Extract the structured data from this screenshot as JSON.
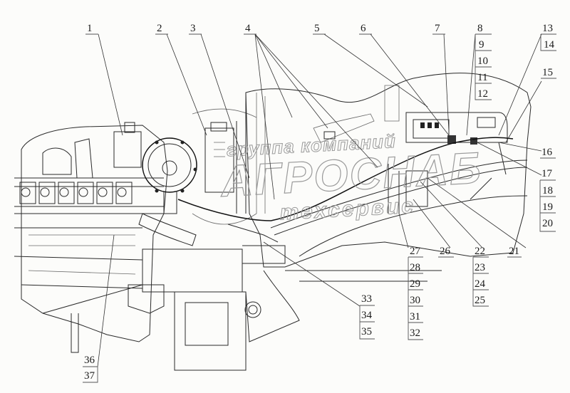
{
  "diagram": {
    "subject": "tractor electrical equipment wiring harness assembly",
    "watermark": {
      "line1": "группа компаний",
      "line2": "АГРОСНАБ",
      "line3": "техсервис"
    },
    "callouts": [
      {
        "id": "1"
      },
      {
        "id": "2"
      },
      {
        "id": "3"
      },
      {
        "id": "4"
      },
      {
        "id": "5"
      },
      {
        "id": "6"
      },
      {
        "id": "7"
      },
      {
        "id": "8"
      },
      {
        "id": "9"
      },
      {
        "id": "10"
      },
      {
        "id": "11"
      },
      {
        "id": "12"
      },
      {
        "id": "13"
      },
      {
        "id": "14"
      },
      {
        "id": "15"
      },
      {
        "id": "16"
      },
      {
        "id": "17"
      },
      {
        "id": "18"
      },
      {
        "id": "19"
      },
      {
        "id": "20"
      },
      {
        "id": "21"
      },
      {
        "id": "22"
      },
      {
        "id": "23"
      },
      {
        "id": "24"
      },
      {
        "id": "25"
      },
      {
        "id": "26"
      },
      {
        "id": "27"
      },
      {
        "id": "28"
      },
      {
        "id": "29"
      },
      {
        "id": "30"
      },
      {
        "id": "31"
      },
      {
        "id": "32"
      },
      {
        "id": "33"
      },
      {
        "id": "34"
      },
      {
        "id": "35"
      },
      {
        "id": "36"
      },
      {
        "id": "37"
      }
    ],
    "groups": [
      {
        "name": "group-8-12",
        "members": [
          "8",
          "9",
          "10",
          "11",
          "12"
        ]
      },
      {
        "name": "group-13-14",
        "members": [
          "13",
          "14"
        ]
      },
      {
        "name": "group-17-20",
        "members": [
          "17",
          "18",
          "19",
          "20"
        ]
      },
      {
        "name": "group-22-25",
        "members": [
          "22",
          "23",
          "24",
          "25"
        ]
      },
      {
        "name": "group-27-32",
        "members": [
          "27",
          "28",
          "29",
          "30",
          "31",
          "32"
        ]
      },
      {
        "name": "group-33-35",
        "members": [
          "33",
          "34",
          "35"
        ]
      },
      {
        "name": "group-36-37",
        "members": [
          "36",
          "37"
        ]
      }
    ]
  }
}
